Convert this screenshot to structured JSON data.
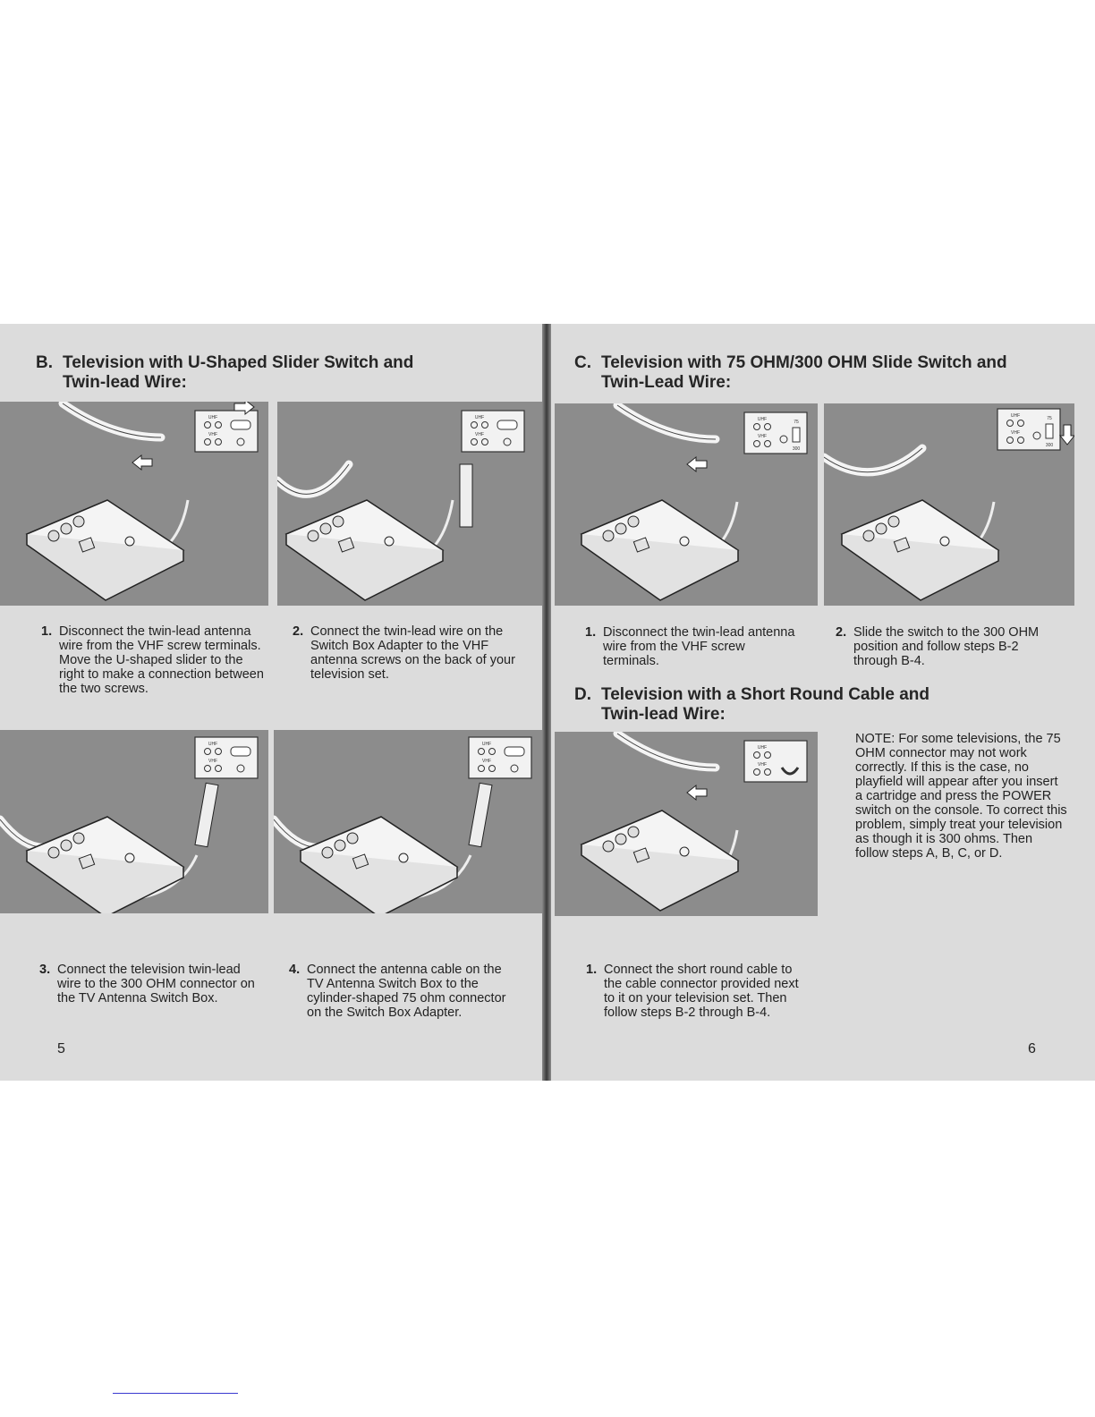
{
  "left_page": {
    "section_b": {
      "letter": "B.",
      "title_line1": "Television with U-Shaped Slider Switch and",
      "title_line2": "Twin-lead Wire:"
    },
    "steps": [
      {
        "num": "1.",
        "text": "Disconnect the twin-lead antenna wire from the VHF screw terminals. Move the U-shaped slider to the right to make a connection between the two screws."
      },
      {
        "num": "2.",
        "text": "Connect the twin-lead wire on the Switch Box Adapter to the VHF antenna screws on the back of your television set."
      },
      {
        "num": "3.",
        "text": "Connect the television twin-lead wire to the 300 OHM connector on the TV Antenna Switch Box."
      },
      {
        "num": "4.",
        "text": "Connect the antenna cable on the TV Antenna Switch Box to the cylinder-shaped 75 ohm connector on the Switch Box Adapter."
      }
    ],
    "page_number": "5"
  },
  "right_page": {
    "section_c": {
      "letter": "C.",
      "title_line1": "Television with 75 OHM/300 OHM Slide Switch and",
      "title_line2": "Twin-Lead Wire:"
    },
    "steps_c": [
      {
        "num": "1.",
        "text": "Disconnect the twin-lead antenna wire from the VHF screw terminals."
      },
      {
        "num": "2.",
        "text": "Slide the switch to the 300 OHM position and follow steps B-2 through B-4."
      }
    ],
    "section_d": {
      "letter": "D.",
      "title_line1": "Television with a Short Round Cable and",
      "title_line2": "Twin-lead Wire:"
    },
    "steps_d": [
      {
        "num": "1.",
        "text": "Connect the short round cable to the cable connector provided next to it on your television set. Then follow steps B-2 through B-4."
      }
    ],
    "note": "NOTE: For some televisions, the 75 OHM connector may not work correctly. If this is the case, no playfield will appear after you insert a cartridge and press the POWER switch on the console. To correct this problem, simply treat your television as though it is 300 ohms. Then follow steps A, B, C, or D.",
    "page_number": "6"
  },
  "illustration_labels": {
    "vhf": "VHF",
    "uhf": "UHF",
    "ohm75": "75",
    "ohm300": "300"
  },
  "colors": {
    "page_background": "#dcdcdc",
    "illustration_background": "#8c8c8c",
    "text": "#222222"
  }
}
